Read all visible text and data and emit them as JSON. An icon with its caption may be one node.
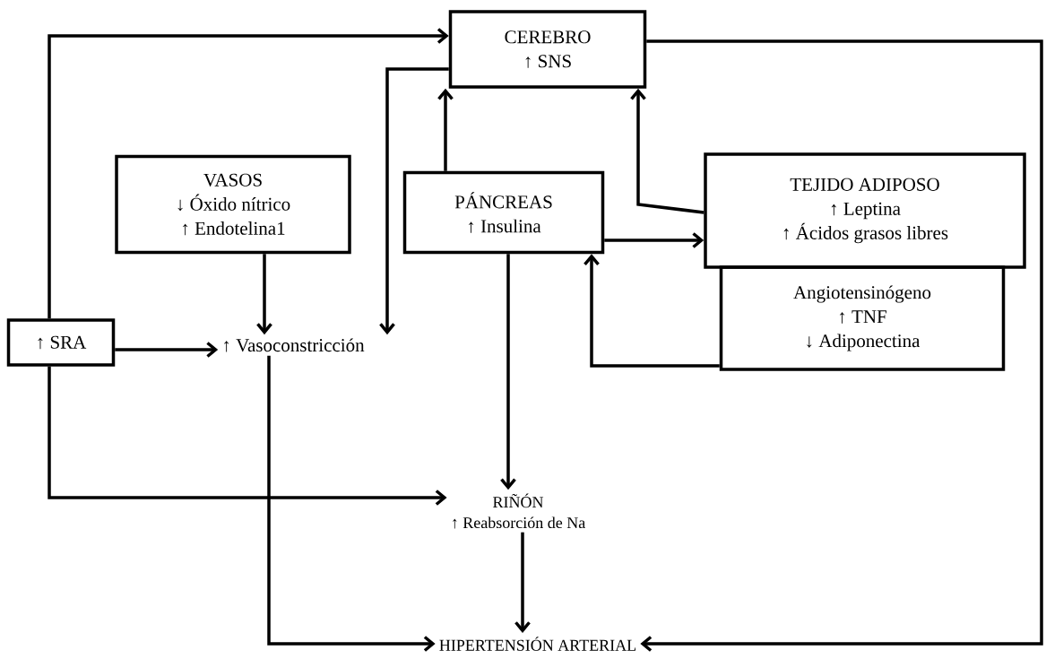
{
  "diagram": {
    "nodes": [
      {
        "text": [
          "CEREBRO",
          "↑ SNS"
        ]
      },
      {
        "text": [
          "VASOS",
          "↓ Óxido nítrico",
          "↑ Endotelina1"
        ]
      },
      {
        "text": [
          "PÁNCREAS",
          "↑ Insulina"
        ]
      },
      {
        "text": [
          "TEJIDO ADIPOSO",
          "↑ Leptina",
          "↑ Ácidos grasos libres"
        ]
      },
      {
        "text": [
          "Angiotensinógeno",
          "↑ TNF",
          "↓ Adiponectina"
        ]
      },
      {
        "text": [
          "↑ SRA"
        ]
      },
      {
        "text": [
          "↑ Vasoconstricción"
        ]
      },
      {
        "text": [
          "RIÑÓN",
          "↑ Reabsorción de Na"
        ]
      },
      {
        "text": [
          "HIPERTENSIÓN ARTERIAL"
        ]
      }
    ],
    "edges": [
      {
        "from": 5,
        "to": 0,
        "arrow": "to"
      },
      {
        "from": 0,
        "to": 6,
        "arrow": "to"
      },
      {
        "from": 2,
        "to": 0,
        "arrow": "to"
      },
      {
        "from": 3,
        "to": 0,
        "arrow": "to"
      },
      {
        "from": 2,
        "to": 3,
        "arrow": "to"
      },
      {
        "from": 4,
        "to": 2,
        "arrow": "to"
      },
      {
        "from": 1,
        "to": 6,
        "arrow": "to"
      },
      {
        "from": 5,
        "to": 6,
        "arrow": "to"
      },
      {
        "from": 2,
        "to": 7,
        "arrow": "to"
      },
      {
        "from": 5,
        "to": 7,
        "arrow": "to"
      },
      {
        "from": 6,
        "to": 8,
        "arrow": "to"
      },
      {
        "from": 7,
        "to": 8,
        "arrow": "to"
      },
      {
        "from": 0,
        "to": 8,
        "arrow": "to"
      }
    ]
  }
}
